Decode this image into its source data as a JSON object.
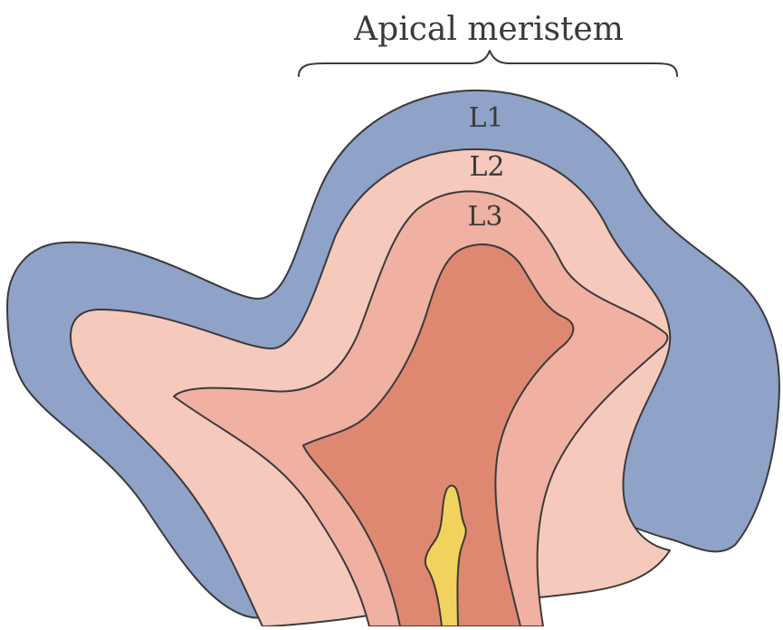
{
  "figure": {
    "title": "Apical meristem",
    "layers": [
      {
        "id": "L1",
        "label": "L1"
      },
      {
        "id": "L2",
        "label": "L2"
      },
      {
        "id": "L3",
        "label": "L3"
      }
    ]
  },
  "colors": {
    "l1_blue": "#8fa2c8",
    "l2_pink": "#f6c9bd",
    "l3_pink": "#f0b0a2",
    "core_red": "#df8871",
    "vascular_yellow": "#f2d25e",
    "outline": "#3a3a3a",
    "text": "#3a3a3a"
  }
}
